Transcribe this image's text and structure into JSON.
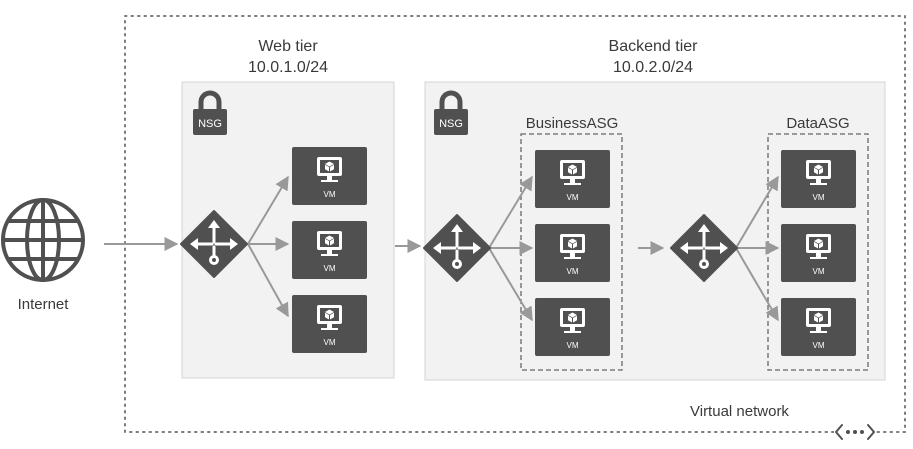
{
  "internet": {
    "label": "Internet"
  },
  "web_tier": {
    "title": "Web tier",
    "subnet": "10.0.1.0/24",
    "nsg": "NSG",
    "vms": [
      "VM",
      "VM",
      "VM"
    ]
  },
  "backend_tier": {
    "title": "Backend tier",
    "subnet": "10.0.2.0/24",
    "nsg": "NSG"
  },
  "business_asg": {
    "label": "BusinessASG",
    "vms": [
      "VM",
      "VM",
      "VM"
    ]
  },
  "data_asg": {
    "label": "DataASG",
    "vms": [
      "VM",
      "VM",
      "VM"
    ]
  },
  "vnet": {
    "label": "Virtual network"
  },
  "colors": {
    "panel": "#f2f2f2",
    "panel_border": "#d4d4d4",
    "icon": "#505050",
    "arrow": "#999999",
    "dotted": "#7a7a7a"
  }
}
